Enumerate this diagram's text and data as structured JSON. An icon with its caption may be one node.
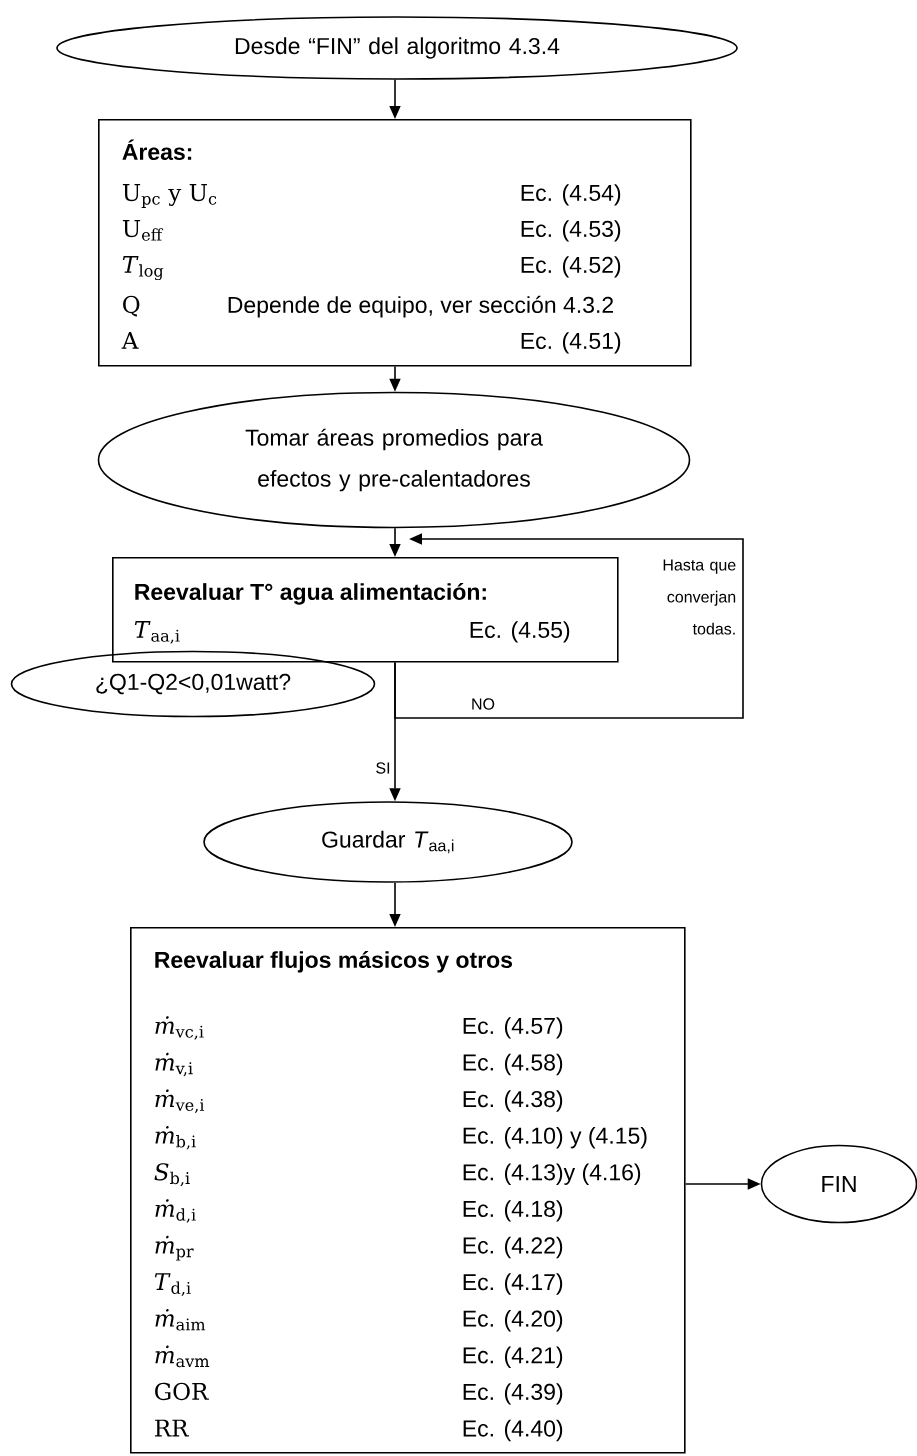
{
  "diagram": {
    "nodes": [
      {
        "text": [
          "Desde “FIN” del algoritmo 4.3.4"
        ]
      },
      {
        "text": [
          "Áreas:",
          "U$_{pc}$ y U$_{c}$",
          "Ec. (4.54)",
          "U$_{eff}$",
          "Ec. (4.53)",
          "*T*$_{log}$",
          "Ec. (4.52)",
          "Q",
          "Depende de equipo, ver sección 4.3.2",
          "A",
          "Ec. (4.51)"
        ]
      },
      {
        "text": [
          "Tomar áreas promedios para efectos y pre-calentadores"
        ]
      },
      {
        "text": [
          "Reevaluar T° agua alimentación:",
          "*T*$_{aa,i}$",
          "Ec. (4.55)"
        ]
      },
      {
        "text": [
          "¿Q1-Q2<0,01watt?"
        ]
      },
      {
        "text": [
          "Guardar *T*$_{aa,i}$"
        ]
      },
      {
        "text": [
          "Reevaluar flujos másicos y otros",
          "*ṁ*$_{vc,i}$",
          "Ec. (4.57)",
          "*ṁ*$_{v,i}$",
          "Ec. (4.58)",
          "*ṁ*$_{ve,i}$",
          "Ec. (4.38)",
          "*ṁ*$_{b,i}$",
          "Ec. (4.10) y (4.15)",
          "*S*$_{b,i}$",
          "Ec. (4.13)y (4.16)",
          "*ṁ*$_{d,i}$",
          "Ec. (4.18)",
          "*ṁ*$_{pr}$",
          "Ec. (4.22)",
          "*T*$_{d,i}$",
          "Ec. (4.17)",
          "*ṁ*$_{aim}$",
          "Ec. (4.20)",
          "*ṁ*$_{avm}$",
          "Ec. (4.21)",
          "GOR",
          "Ec. (4.39)",
          "RR",
          "Ec. (4.40)"
        ]
      },
      {
        "text": [
          "FIN"
        ]
      }
    ],
    "edges": [
      {
        "from": 0,
        "to": 1,
        "arrow": "to"
      },
      {
        "from": 1,
        "to": 2,
        "arrow": "to"
      },
      {
        "from": 2,
        "to": 3,
        "arrow": "to"
      },
      {
        "from": 3,
        "to": 5,
        "arrow": "to",
        "label": "SI"
      },
      {
        "from": 3,
        "to": 3,
        "arrow": "to",
        "label": "NO"
      },
      {
        "from": 5,
        "to": 6,
        "arrow": "to"
      },
      {
        "from": 6,
        "to": 7,
        "arrow": "to"
      }
    ],
    "labels": [
      "Hasta que converjan todas."
    ]
  }
}
